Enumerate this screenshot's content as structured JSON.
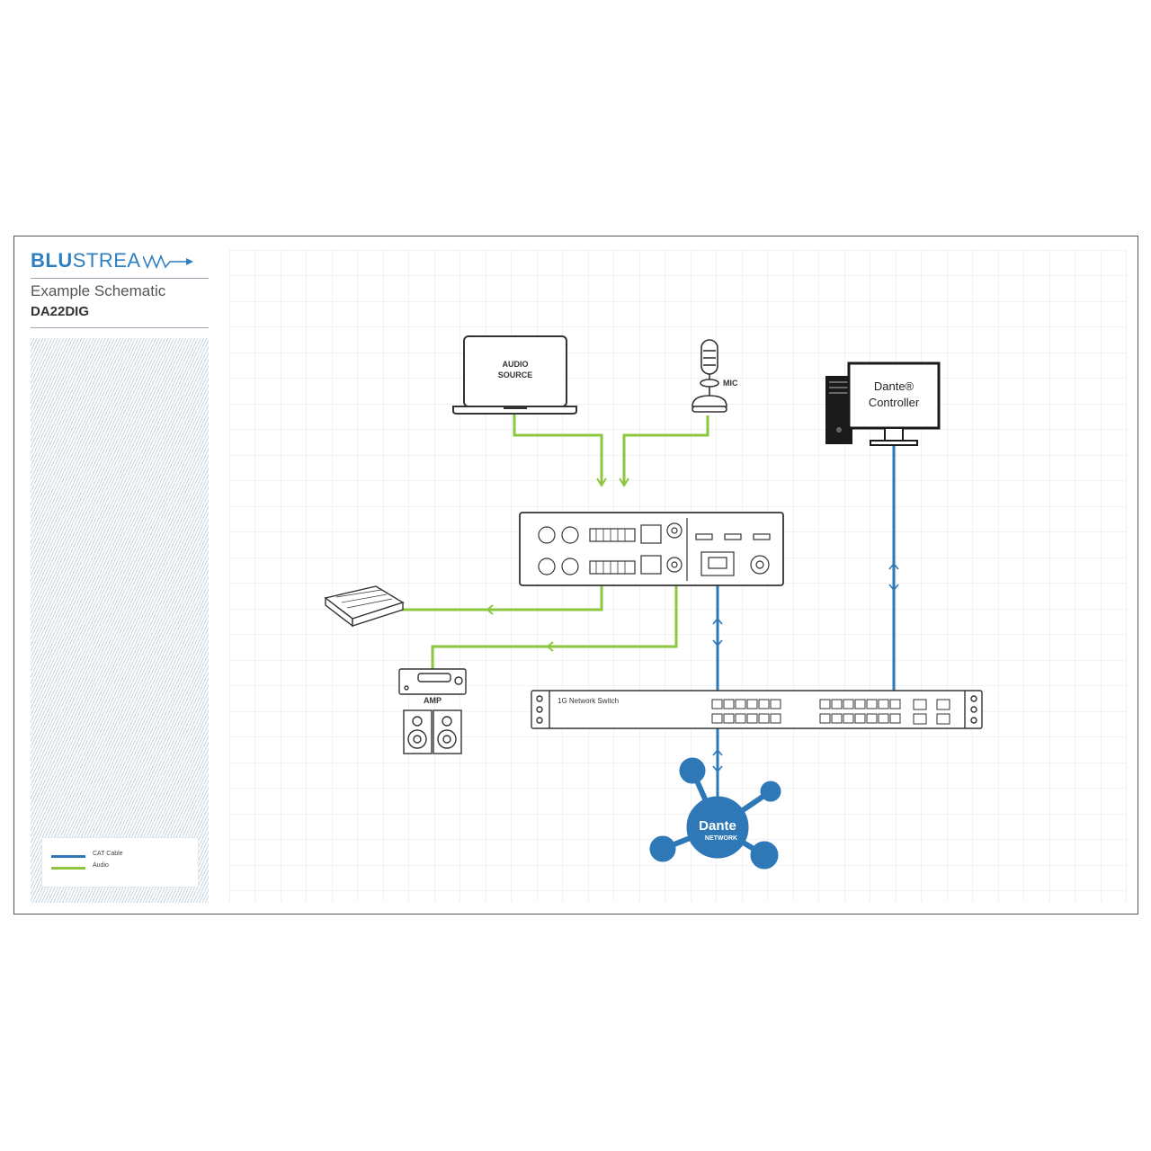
{
  "brand": {
    "bold": "BLU",
    "rest": "STREA"
  },
  "title": "Example Schematic",
  "model": "DA22DIG",
  "legend": [
    {
      "label": "CAT Cable",
      "color": "#2e78b7"
    },
    {
      "label": "Audio",
      "color": "#8dc63f"
    }
  ],
  "devices": {
    "laptop": {
      "line1": "AUDIO",
      "line2": "SOURCE"
    },
    "mic": {
      "label": "MIC"
    },
    "controller": {
      "line1": "Dante®",
      "line2": "Controller"
    },
    "amp": {
      "label": "AMP"
    },
    "switch": {
      "label": "1G Network Switch"
    },
    "dante": {
      "logo": "Dante",
      "sub": "NETWORK"
    }
  },
  "colors": {
    "cat": "#2e78b7",
    "audio": "#8dc63f",
    "outline": "#333333",
    "brand": "#2d7fc1"
  }
}
